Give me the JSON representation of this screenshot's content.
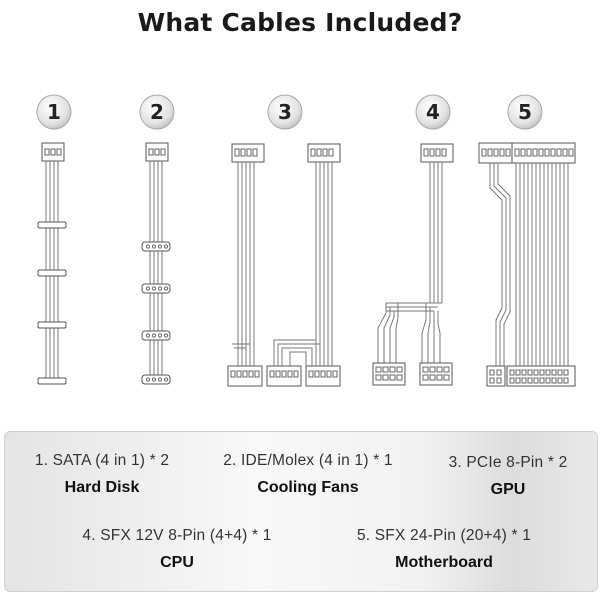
{
  "title": "What Cables Included?",
  "cables": [
    {
      "number": "1",
      "name": "1. SATA (4 in 1) * 2",
      "usage": "Hard Disk"
    },
    {
      "number": "2",
      "name": "2. IDE/Molex (4 in 1) * 1",
      "usage": "Cooling Fans"
    },
    {
      "number": "3",
      "name": "3. PCIe 8-Pin * 2",
      "usage": "GPU"
    },
    {
      "number": "4",
      "name": "4. SFX 12V 8-Pin (4+4) * 1",
      "usage": "CPU"
    },
    {
      "number": "5",
      "name": "5. SFX 24-Pin (20+4) * 1",
      "usage": "Motherboard"
    }
  ],
  "colors": {
    "text": "#1a1a1a",
    "wire": "#777777",
    "connector": "#555555",
    "badge_fill": "#e6e6e6"
  }
}
